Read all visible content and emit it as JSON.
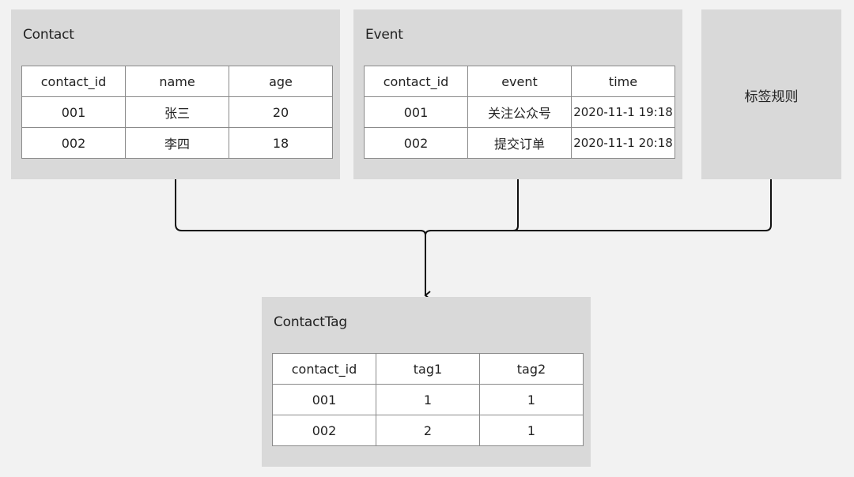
{
  "contact": {
    "title": "Contact",
    "headers": [
      "contact_id",
      "name",
      "age"
    ],
    "rows": [
      [
        "001",
        "张三",
        "20"
      ],
      [
        "002",
        "李四",
        "18"
      ]
    ]
  },
  "event": {
    "title": "Event",
    "headers": [
      "contact_id",
      "event",
      "time"
    ],
    "rows": [
      [
        "001",
        "关注公众号",
        "2020-11-1 19:18"
      ],
      [
        "002",
        "提交订单",
        "2020-11-1 20:18"
      ]
    ]
  },
  "rules": {
    "label": "标签规则"
  },
  "contact_tag": {
    "title": "ContactTag",
    "headers": [
      "contact_id",
      "tag1",
      "tag2"
    ],
    "rows": [
      [
        "001",
        "1",
        "1"
      ],
      [
        "002",
        "2",
        "1"
      ]
    ]
  },
  "colors": {
    "background": "#f2f2f2",
    "panel": "#d9d9d9",
    "table_border": "#8a8a8a",
    "connector": "#111111"
  }
}
